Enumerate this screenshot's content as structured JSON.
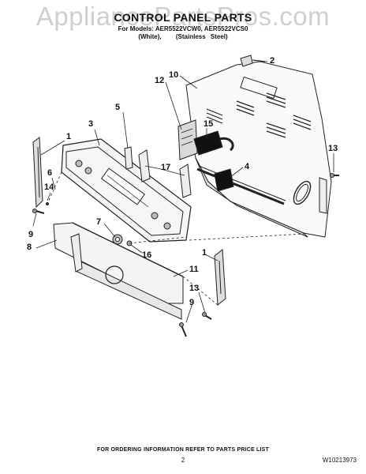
{
  "watermark": "AppliancePartsPros.com",
  "title": "CONTROL PANEL PARTS",
  "models_line": "For Models: AER5522VCW0, AER5522VCS0",
  "variants": [
    "(White),",
    "(Stainless Steel)"
  ],
  "callouts": [
    "1",
    "2",
    "3",
    "4",
    "5",
    "6",
    "7",
    "8",
    "9",
    "10",
    "11",
    "12",
    "13",
    "14",
    "15",
    "16",
    "17",
    "1",
    "9",
    "13"
  ],
  "footer_text": "FOR ORDERING INFORMATION REFER TO PARTS PRICE LIST",
  "page_number": "2",
  "doc_id": "W10213973"
}
